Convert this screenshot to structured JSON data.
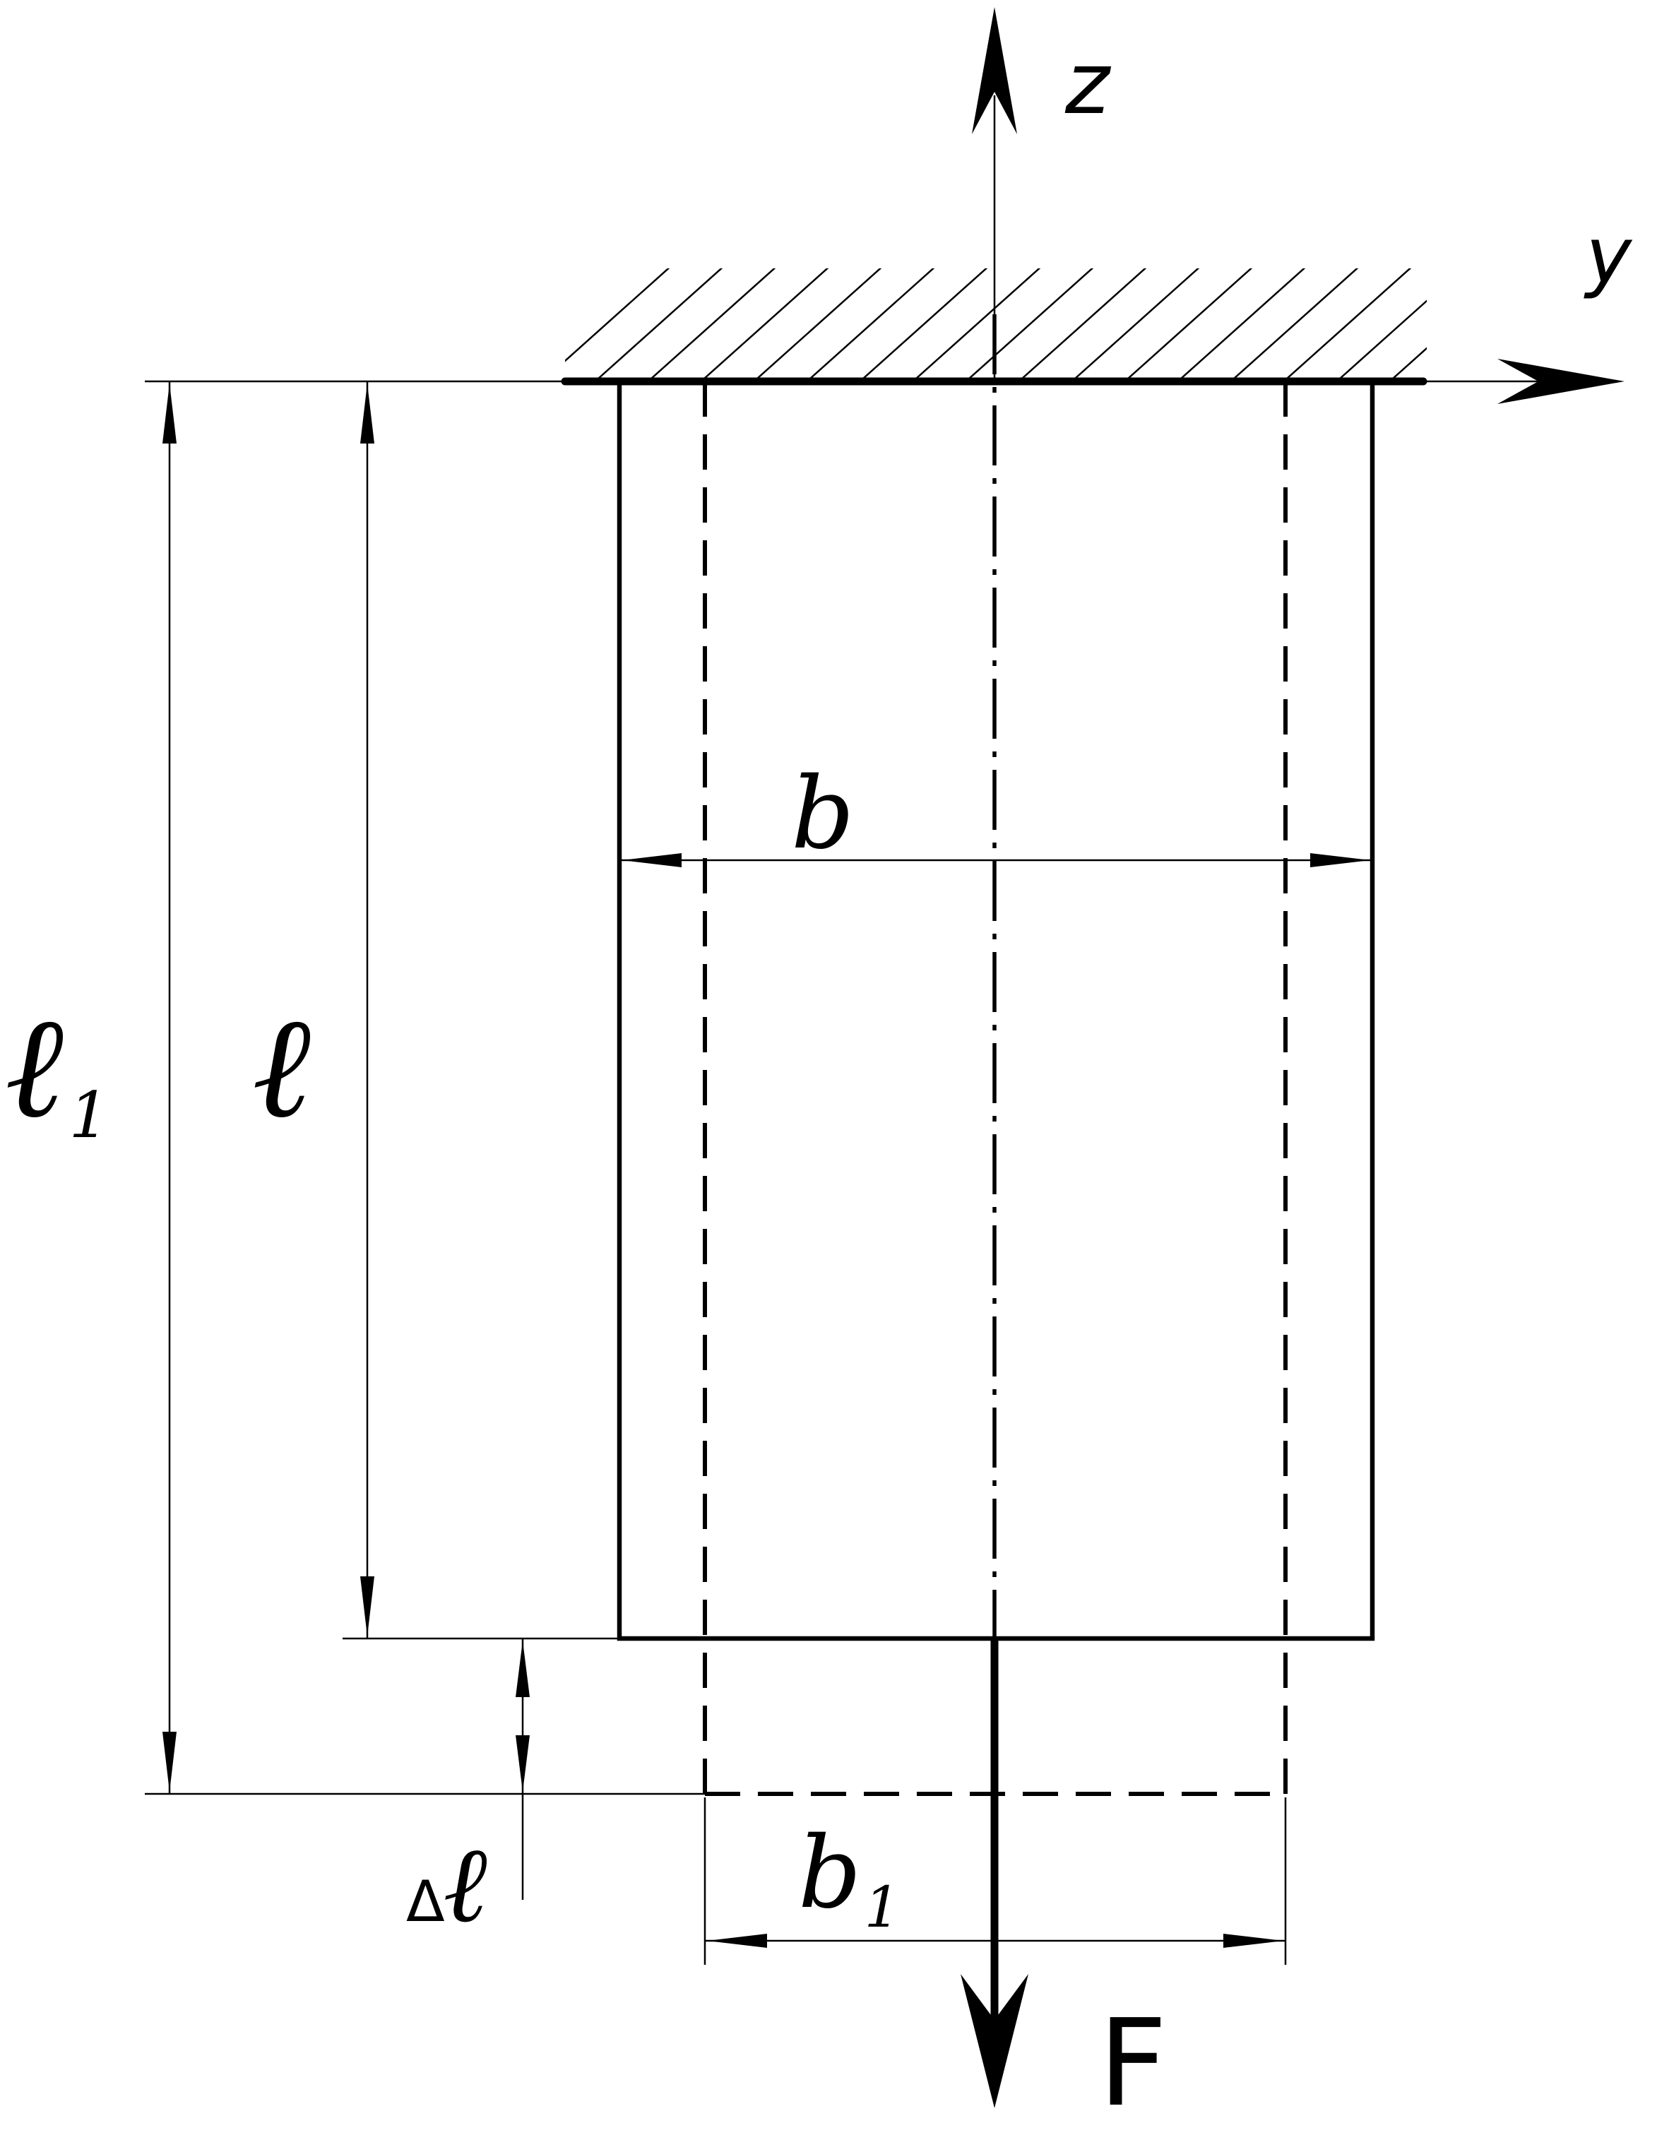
{
  "colors": {
    "ink": "#000000",
    "background": "#ffffff"
  },
  "labels": {
    "axis_z": "z",
    "axis_y": "y",
    "width": "b",
    "width_deformed": "b",
    "width_deformed_sub": "1",
    "length": "ℓ",
    "length_deformed": "ℓ",
    "length_deformed_sub": "1",
    "elongation_prefix": "Δ",
    "elongation": "ℓ",
    "force": "F"
  }
}
